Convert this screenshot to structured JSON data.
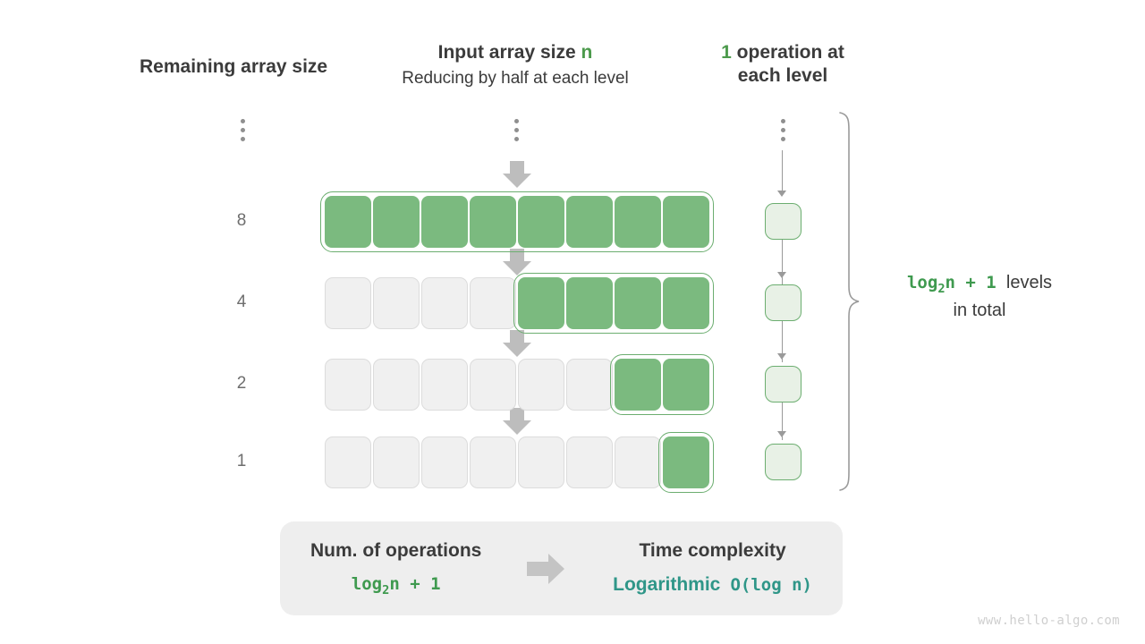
{
  "headers": {
    "left": {
      "title": "Remaining array size"
    },
    "middle": {
      "title_prefix": "Input array size ",
      "title_var": "n",
      "subtitle": "Reducing by half at each level"
    },
    "right": {
      "count": "1",
      "title_rest": " operation at",
      "title_line2": "each level"
    }
  },
  "ellipsis": {
    "glyph": "vertical-ellipsis"
  },
  "rows": [
    {
      "label": "8",
      "total_cells": 8,
      "active_from": 0,
      "active_count": 8
    },
    {
      "label": "4",
      "total_cells": 8,
      "active_from": 4,
      "active_count": 4
    },
    {
      "label": "2",
      "total_cells": 8,
      "active_from": 6,
      "active_count": 2
    },
    {
      "label": "1",
      "total_cells": 8,
      "active_from": 7,
      "active_count": 1
    }
  ],
  "operations": {
    "boxes": 4,
    "per_level": "1"
  },
  "levels_note": {
    "formula": "log₂n + 1",
    "suffix": "levels",
    "line2": "in total"
  },
  "summary": {
    "left": {
      "title": "Num. of operations",
      "value": "log₂n + 1"
    },
    "arrow": "right-arrow",
    "right": {
      "title": "Time complexity",
      "value_word": "Logarithmic",
      "value_notation": "O(log n)"
    }
  },
  "watermark": "www.hello-algo.com",
  "colors": {
    "accent_green": "#4c9a4c",
    "cell_green": "#7bba7f",
    "outline_green": "#6cae70",
    "op_fill": "#e8f1e6",
    "teal": "#2f9688",
    "arrow_gray": "#bdbdbd",
    "inactive_cell": "#f0f0f0",
    "summary_bg": "#eeeeee",
    "text": "#3b3b3b"
  }
}
